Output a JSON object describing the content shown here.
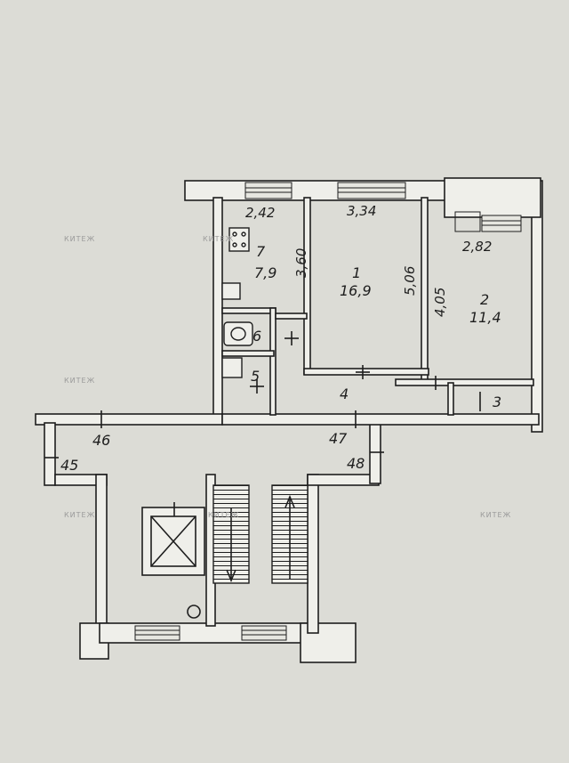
{
  "plan": {
    "rooms": [
      {
        "id": "room-1",
        "number": "1",
        "area": "16,9"
      },
      {
        "id": "room-2",
        "number": "2",
        "area": "11,4"
      },
      {
        "id": "room-7",
        "number": "7",
        "area": "7,9"
      }
    ],
    "numbers": {
      "n3": "3",
      "n4": "4",
      "n5": "5",
      "n6": "6",
      "n45": "45",
      "n46": "46",
      "n47": "47",
      "n48": "48"
    },
    "dimensions": {
      "d242": "2,42",
      "d334": "3,34",
      "d282": "2,82",
      "d360": "3,60",
      "d506": "5,06",
      "d405": "4,05"
    },
    "watermark": "КИТЕЖ",
    "colors": {
      "wall": "#1e1e1e",
      "paper": "#dcdcd6",
      "wall_fill": "#efefea"
    }
  }
}
